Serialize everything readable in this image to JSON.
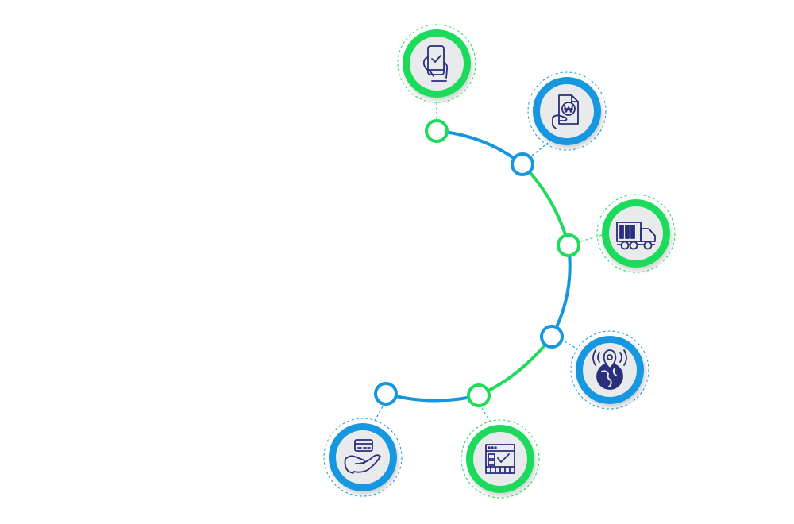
{
  "colors": {
    "green": "#1fdb5c",
    "blue": "#1497e0",
    "node_fill": "#e9eaec",
    "icon_stroke": "#2b2e7a",
    "background": "#ffffff"
  },
  "steps": [
    {
      "order": 1,
      "icon": "phone-check-icon",
      "accent": "green"
    },
    {
      "order": 2,
      "icon": "won-invoice-icon",
      "accent": "blue"
    },
    {
      "order": 3,
      "icon": "delivery-truck-icon",
      "accent": "green"
    },
    {
      "order": 4,
      "icon": "globe-location-icon",
      "accent": "blue"
    },
    {
      "order": 5,
      "icon": "browser-check-icon",
      "accent": "green"
    },
    {
      "order": 6,
      "icon": "card-hand-icon",
      "accent": "blue"
    }
  ]
}
